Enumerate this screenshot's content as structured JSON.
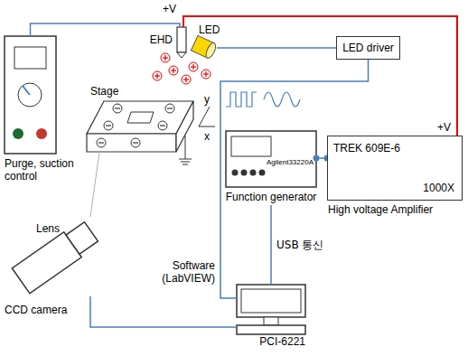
{
  "diagram": {
    "nodes": [
      {
        "text": [
          "Purge, suction control"
        ]
      },
      {
        "text": [
          "EHD"
        ]
      },
      {
        "text": [
          "LED"
        ]
      },
      {
        "text": [
          "LED driver"
        ]
      },
      {
        "text": [
          "Stage"
        ]
      },
      {
        "text": [
          "Agilent33220A",
          "Function generator"
        ]
      },
      {
        "text": [
          "TREK 609E-6",
          "1000X",
          "High voltage Amplifier"
        ]
      },
      {
        "text": [
          "CCD camera"
        ]
      },
      {
        "text": [
          "Software (LabVIEW)",
          "PCI-6221"
        ]
      }
    ],
    "edges": [
      {
        "from": 0,
        "to": 1,
        "arrow": "none"
      },
      {
        "from": 1,
        "to": 6,
        "arrow": "none"
      },
      {
        "from": 2,
        "to": 3,
        "arrow": "none"
      },
      {
        "from": 3,
        "to": 8,
        "arrow": "none"
      },
      {
        "from": 5,
        "to": 6,
        "arrow": "none"
      },
      {
        "from": 5,
        "to": 8,
        "label": "USB 통신",
        "arrow": "none"
      },
      {
        "from": 7,
        "to": 8,
        "arrow": "none"
      },
      {
        "from": 4,
        "to": 7,
        "arrow": "none"
      }
    ],
    "labels": [
      "+V",
      "+V",
      "y",
      "x",
      "Lens"
    ]
  }
}
